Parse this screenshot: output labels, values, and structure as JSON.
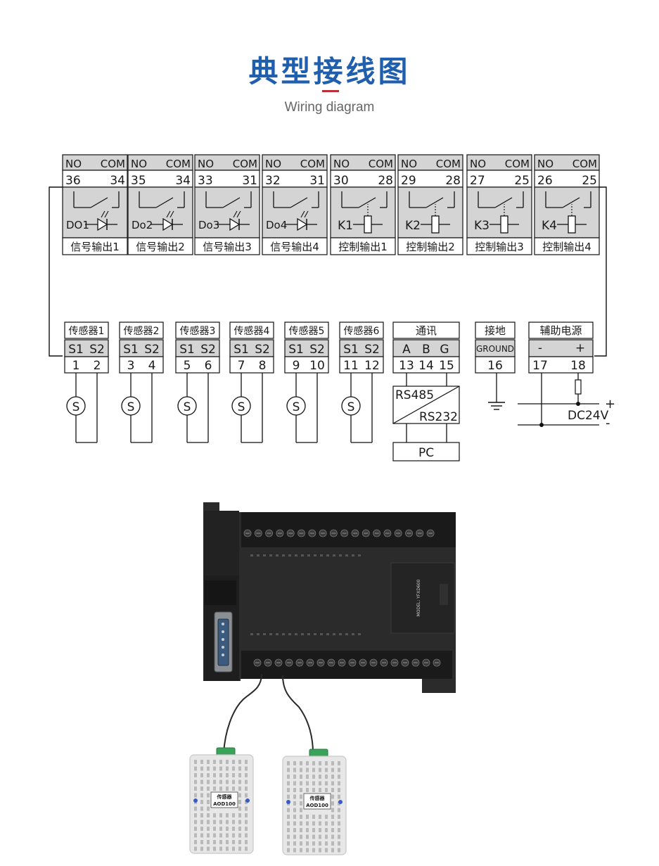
{
  "header": {
    "title": "典型接线图",
    "subtitle": "Wiring diagram"
  },
  "outputs": [
    {
      "no_label": "NO",
      "com_label": "COM",
      "no_pin": "36",
      "com_pin": "34",
      "device": "DO1",
      "kind": "diode",
      "name": "信号输出1"
    },
    {
      "no_label": "NO",
      "com_label": "COM",
      "no_pin": "35",
      "com_pin": "34",
      "device": "Do2",
      "kind": "diode",
      "name": "信号输出2"
    },
    {
      "no_label": "NO",
      "com_label": "COM",
      "no_pin": "33",
      "com_pin": "31",
      "device": "Do3",
      "kind": "diode",
      "name": "信号输出3"
    },
    {
      "no_label": "NO",
      "com_label": "COM",
      "no_pin": "32",
      "com_pin": "31",
      "device": "Do4",
      "kind": "diode",
      "name": "信号输出4"
    },
    {
      "no_label": "NO",
      "com_label": "COM",
      "no_pin": "30",
      "com_pin": "28",
      "device": "K1",
      "kind": "relay",
      "name": "控制输出1"
    },
    {
      "no_label": "NO",
      "com_label": "COM",
      "no_pin": "29",
      "com_pin": "28",
      "device": "K2",
      "kind": "relay",
      "name": "控制输出2"
    },
    {
      "no_label": "NO",
      "com_label": "COM",
      "no_pin": "27",
      "com_pin": "25",
      "device": "K3",
      "kind": "relay",
      "name": "控制输出3"
    },
    {
      "no_label": "NO",
      "com_label": "COM",
      "no_pin": "26",
      "com_pin": "25",
      "device": "K4",
      "kind": "relay",
      "name": "控制输出4"
    }
  ],
  "sensors": [
    {
      "name": "传感器1",
      "t1": "S1",
      "t2": "S2",
      "p1": "1",
      "p2": "2",
      "symbol": "S"
    },
    {
      "name": "传感器2",
      "t1": "S1",
      "t2": "S2",
      "p1": "3",
      "p2": "4",
      "symbol": "S"
    },
    {
      "name": "传感器3",
      "t1": "S1",
      "t2": "S2",
      "p1": "5",
      "p2": "6",
      "symbol": "S"
    },
    {
      "name": "传感器4",
      "t1": "S1",
      "t2": "S2",
      "p1": "7",
      "p2": "8",
      "symbol": "S"
    },
    {
      "name": "传感器5",
      "t1": "S1",
      "t2": "S2",
      "p1": "9",
      "p2": "10",
      "symbol": "S"
    },
    {
      "name": "传感器6",
      "t1": "S1",
      "t2": "S2",
      "p1": "11",
      "p2": "12",
      "symbol": "S"
    }
  ],
  "comm": {
    "name": "通讯",
    "terminals": [
      "A",
      "B",
      "G"
    ],
    "pins": [
      "13",
      "14",
      "15"
    ],
    "converter_top": "RS485",
    "converter_bottom": "RS232",
    "pc": "PC"
  },
  "ground": {
    "name": "接地",
    "terminal": "GROUND",
    "pin": "16"
  },
  "power": {
    "name": "辅助电源",
    "neg": "-",
    "pos": "+",
    "pin_neg": "17",
    "pin_pos": "18",
    "supply": "DC24V",
    "plus": "+",
    "minus": "-"
  },
  "device": {
    "model_label": "MODEL: YFXD600",
    "sensor_label": "AOD100",
    "sensor_caption": "传感器"
  }
}
